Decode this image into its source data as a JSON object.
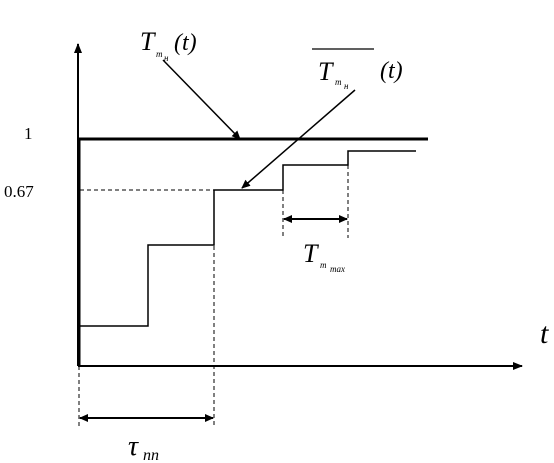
{
  "axes": {
    "y_tick_1": "1",
    "y_tick_067": "0.67",
    "x_var": "t"
  },
  "labels": {
    "T_main": "T",
    "T_main_sub": "m",
    "T_main_subsub": "н",
    "T_main_arg": "(t)",
    "T_bar": "T",
    "T_bar_sub": "m",
    "T_bar_subsub": "н",
    "T_bar_arg": "(t)",
    "T_max": "T",
    "T_max_sub": "m",
    "T_max_subsub": "max",
    "tau": "τ",
    "tau_sub": "nn"
  },
  "colors": {
    "ink": "#000000",
    "background": "#ffffff"
  }
}
